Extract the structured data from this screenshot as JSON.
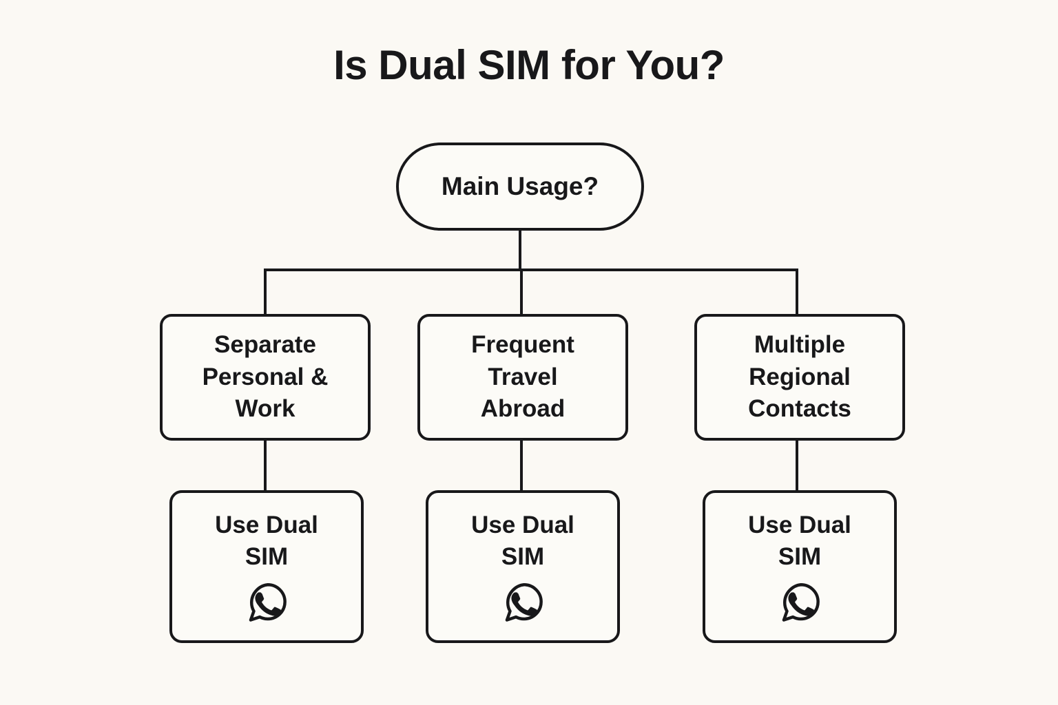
{
  "title": "Is Dual SIM for You?",
  "colors": {
    "background": "#FBF9F4",
    "node_fill": "#FCFBF7",
    "stroke": "#18181a",
    "text": "#18181a"
  },
  "diagram": {
    "type": "flowchart",
    "orientation": "top-down",
    "root": {
      "id": "main-usage",
      "shape": "stadium",
      "label": "Main Usage?"
    },
    "branches": [
      {
        "id": "separate-personal-work",
        "shape": "rounded-rect",
        "label": "Separate\nPersonal &\nWork",
        "leaf": {
          "id": "use-dual-sim-1",
          "shape": "rounded-rect",
          "label": "Use Dual\nSIM",
          "icon": "whatsapp-icon"
        }
      },
      {
        "id": "frequent-travel-abroad",
        "shape": "rounded-rect",
        "label": "Frequent\nTravel\nAbroad",
        "leaf": {
          "id": "use-dual-sim-2",
          "shape": "rounded-rect",
          "label": "Use Dual\nSIM",
          "icon": "whatsapp-icon"
        }
      },
      {
        "id": "multiple-regional-contacts",
        "shape": "rounded-rect",
        "label": "Multiple\nRegional\nContacts",
        "leaf": {
          "id": "use-dual-sim-3",
          "shape": "rounded-rect",
          "label": "Use Dual\nSIM",
          "icon": "whatsapp-icon"
        }
      }
    ]
  }
}
